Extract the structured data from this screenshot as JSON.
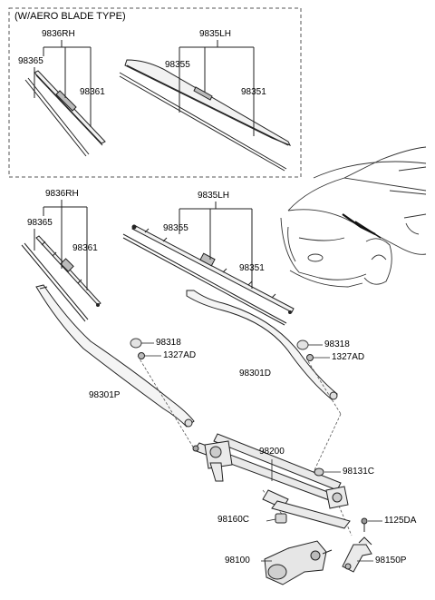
{
  "inset": {
    "title": "(W/AERO BLADE TYPE)",
    "rh_assembly": "9836RH",
    "rh_refill": "98365",
    "rh_blade": "98361",
    "lh_assembly": "9835LH",
    "lh_refill": "98355",
    "lh_blade": "98351"
  },
  "standard": {
    "rh_assembly": "9836RH",
    "rh_refill": "98365",
    "rh_blade": "98361",
    "lh_assembly": "9835LH",
    "lh_refill": "98355",
    "lh_blade": "98351"
  },
  "parts": {
    "cap_right": "98318",
    "nut_right": "1327AD",
    "arm_right": "98301P",
    "cap_left": "98318",
    "nut_left": "1327AD",
    "arm_left": "98301D",
    "linkage": "98200",
    "pivot_cap": "98131C",
    "grommet": "98160C",
    "bolt": "1125DA",
    "motor": "98100",
    "bracket": "98150P"
  }
}
